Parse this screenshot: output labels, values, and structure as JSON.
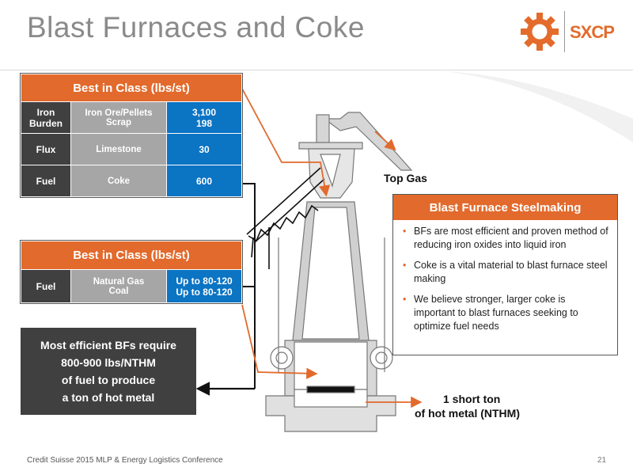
{
  "title": "Blast Furnaces and Coke",
  "logo": {
    "text": "SXCP",
    "icon": "gear-sun-icon",
    "brand_color": "#e36b2c"
  },
  "table1": {
    "header": "Best in Class (lbs/st)",
    "rows": [
      {
        "label": "Iron Burden",
        "label_lines": [
          "Iron",
          "Burden"
        ],
        "material_lines": [
          "Iron Ore/Pellets",
          "Scrap"
        ],
        "value_lines": [
          "3,100",
          "198"
        ]
      },
      {
        "label_lines": [
          "Flux"
        ],
        "material_lines": [
          "Limestone"
        ],
        "value_lines": [
          "30"
        ]
      },
      {
        "label_lines": [
          "Fuel"
        ],
        "material_lines": [
          "Coke"
        ],
        "value_lines": [
          "600"
        ]
      }
    ]
  },
  "table2": {
    "header": "Best in Class (lbs/st)",
    "rows": [
      {
        "label_lines": [
          "Fuel"
        ],
        "material_lines": [
          "Natural Gas",
          "Coal"
        ],
        "value_lines": [
          "Up to 80-120",
          "Up to 80-120"
        ]
      }
    ]
  },
  "callout": {
    "lines": [
      "Most efficient BFs require",
      "800-900 lbs/NTHM",
      "of fuel to produce",
      "a ton of hot metal"
    ]
  },
  "steelmaking_panel": {
    "header": "Blast Furnace Steelmaking",
    "bullets": [
      "BFs are most efficient and proven method of reducing iron oxides into liquid iron",
      "Coke is a vital material to blast furnace steel making",
      "We believe stronger, larger coke is important to blast furnaces seeking to optimize fuel needs"
    ]
  },
  "labels": {
    "top_gas": "Top Gas",
    "nthm_line1": "1 short ton",
    "nthm_line2": "of hot metal (NTHM)"
  },
  "colors": {
    "orange": "#e26a2c",
    "dark_gray": "#404040",
    "mid_gray": "#a6a6a6",
    "blue": "#0b74c3",
    "title_gray": "#8a8a8a"
  },
  "footer": "Credit Suisse 2015 MLP & Energy Logistics Conference",
  "page_number": "21"
}
